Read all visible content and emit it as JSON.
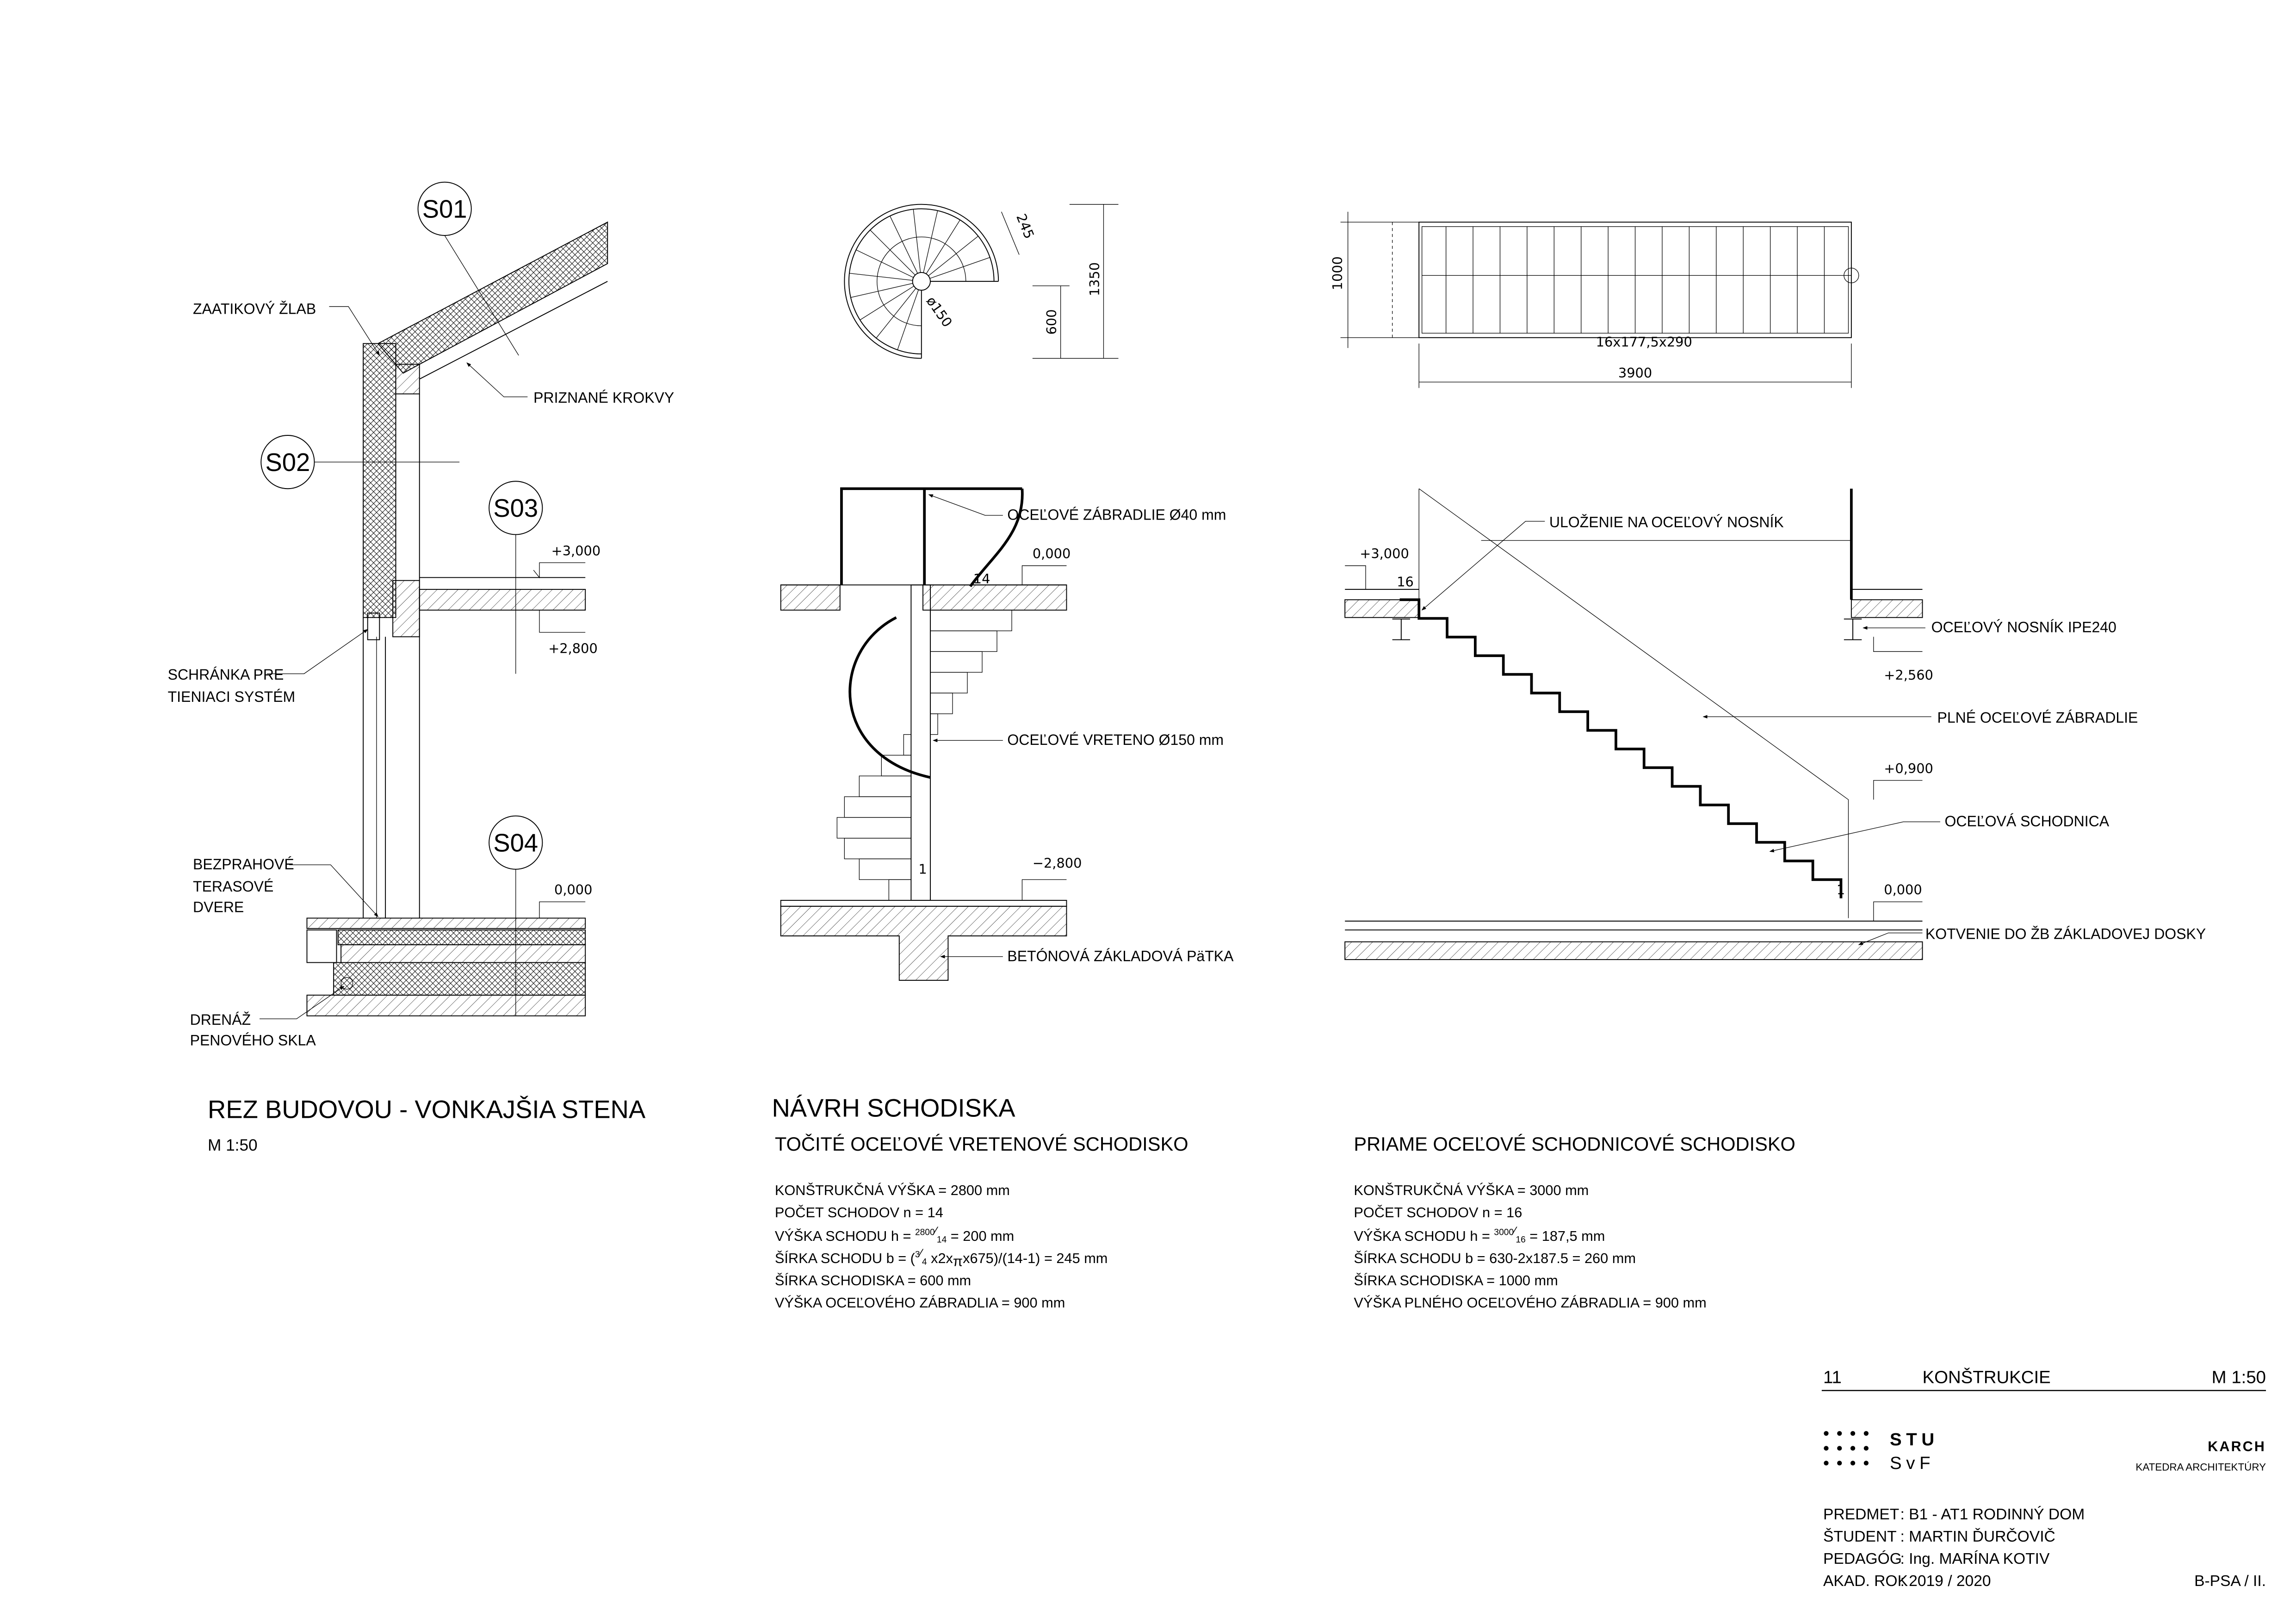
{
  "wall_section": {
    "bubbles": [
      "S01",
      "S02",
      "S03",
      "S04"
    ],
    "labels": {
      "gutter": "ZAATIKOVÝ ŽLAB",
      "rafters": "PRIZNANÉ KROKVY",
      "blind_box_1": "SCHRÁNKA PRE",
      "blind_box_2": "TIENIACI SYSTÉM",
      "doors_1": "BEZPRAHOVÉ",
      "doors_2": "TERASOVÉ",
      "doors_3": "DVERE",
      "drain_1": "DRENÁŽ",
      "drain_2": "PENOVÉHO SKLA"
    },
    "levels": {
      "upper": "+3,000",
      "ceiling": "+2,800",
      "ground": "0,000"
    },
    "title": "REZ BUDOVOU - VONKAJŠIA STENA",
    "scale": "M 1:50"
  },
  "spiral_stair": {
    "plan_dims": {
      "tread": "245",
      "column": "ø150",
      "width": "600",
      "total": "1350"
    },
    "labels": {
      "railing": "OCEĽOVÉ ZÁBRADLIE Ø40 mm",
      "column": "OCEĽOVÉ VRETENO Ø150 mm",
      "footing": "BETÓNOVÁ ZÁKLADOVÁ PäTKA"
    },
    "levels": {
      "top": "0,000",
      "bottom": "−2,800"
    },
    "step_numbers": {
      "top": "14",
      "bottom": "1"
    },
    "main_title": "NÁVRH SCHODISKA",
    "title": "TOČITÉ OCEĽOVÉ VRETENOVÉ SCHODISKO",
    "specs": {
      "height": "KONŠTRUKČNÁ VÝŠKA = 2800 mm",
      "count": "POČET SCHODOV n = 14",
      "riser_a": "VÝŠKA SCHODU h = ",
      "riser_num": "2800",
      "riser_den": "14",
      "riser_b": " = 200 mm",
      "tread_a": "ŠÍRKA SCHODU b = (",
      "tread_num": "3",
      "tread_den": "4",
      "tread_b": " x2x",
      "tread_pi": "π",
      "tread_c": "x675)/(14-1) = 245 mm",
      "width": "ŠÍRKA SCHODISKA = 600 mm",
      "railing": "VÝŠKA OCEĽOVÉHO ZÁBRADLIA = 900 mm"
    }
  },
  "straight_stair": {
    "plan_dims": {
      "width": "1000",
      "steps": "16x177,5x290",
      "length": "3900"
    },
    "labels": {
      "bearing": "ULOŽENIE NA OCEĽOVÝ NOSNÍK",
      "beam": "OCEĽOVÝ NOSNÍK IPE240",
      "railing": "PLNÉ OCEĽOVÉ ZÁBRADLIE",
      "stringer": "OCEĽOVÁ  SCHODNICA",
      "anchor": "KOTVENIE DO ŽB ZÁKLADOVEJ DOSKY"
    },
    "levels": {
      "top": "+3,000",
      "beam": "+2,560",
      "rail": "+0,900",
      "ground": "0,000"
    },
    "step_numbers": {
      "top": "16",
      "bottom": "1"
    },
    "title": "PRIAME OCEĽOVÉ SCHODNICOVÉ SCHODISKO",
    "specs": {
      "height": "KONŠTRUKČNÁ VÝŠKA = 3000 mm",
      "count": "POČET SCHODOV n = 16",
      "riser_a": "VÝŠKA SCHODU h = ",
      "riser_num": "3000",
      "riser_den": "16",
      "riser_b": " = 187,5 mm",
      "tread": "ŠÍRKA SCHODU b = 630-2x187.5 = 260 mm",
      "width": "ŠÍRKA SCHODISKA = 1000 mm",
      "railing": "VÝŠKA PLNÉHO OCEĽOVÉHO ZÁBRADLIA = 900 mm"
    }
  },
  "title_block": {
    "sheet_number": "11",
    "sheet_title": "KONŠTRUKCIE",
    "scale": "M 1:50",
    "logo": {
      "line1": "STU",
      "line2": "SvF"
    },
    "department_short": "KARCH",
    "department": "KATEDRA ARCHITEKTÚRY",
    "rows": [
      {
        "label": "PREDMET",
        "value": ":  B1 - AT1 RODINNÝ DOM"
      },
      {
        "label": "ŠTUDENT",
        "value": ":  MARTIN ĎURČOVIČ"
      },
      {
        "label": "PEDAGÓG",
        "value": ":  Ing. MARÍNA KOTIV"
      },
      {
        "label": "AKAD. ROK",
        "value": ":  2019 / 2020"
      }
    ],
    "code": "B-PSA / II."
  }
}
